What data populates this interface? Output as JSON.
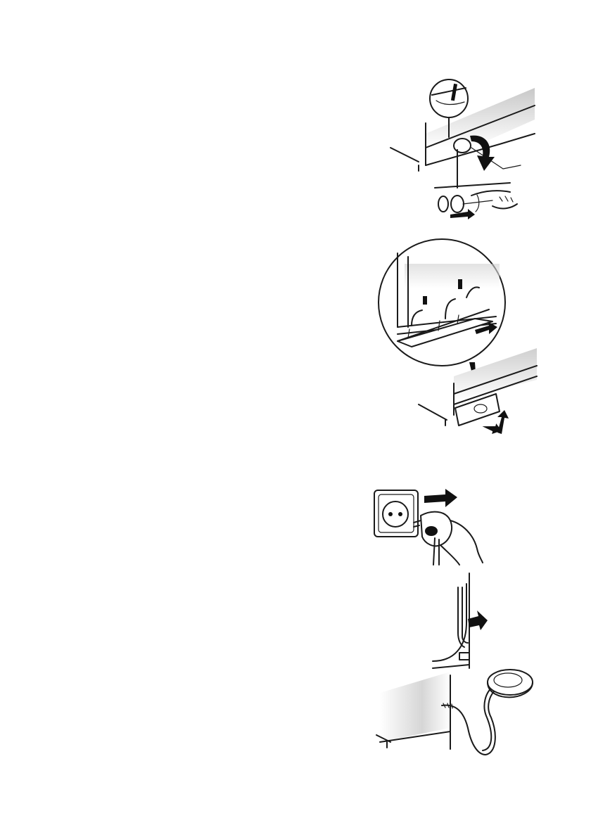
{
  "page": {
    "background": "#ffffff",
    "ink_color": "#1a1a1a",
    "accent_shade": "#d9d9d9"
  },
  "illustrations": [
    {
      "name": "pump-filter-cover-removal",
      "icon": "filter-cover-icon"
    },
    {
      "name": "plinth-panel-removal",
      "icon": "plinth-panel-icon"
    },
    {
      "name": "power-plug-disconnect",
      "icon": "power-plug-icon"
    },
    {
      "name": "hose-unclip",
      "icon": "hose-clip-icon"
    },
    {
      "name": "drain-hose-to-bowl",
      "icon": "drain-bowl-icon"
    }
  ]
}
